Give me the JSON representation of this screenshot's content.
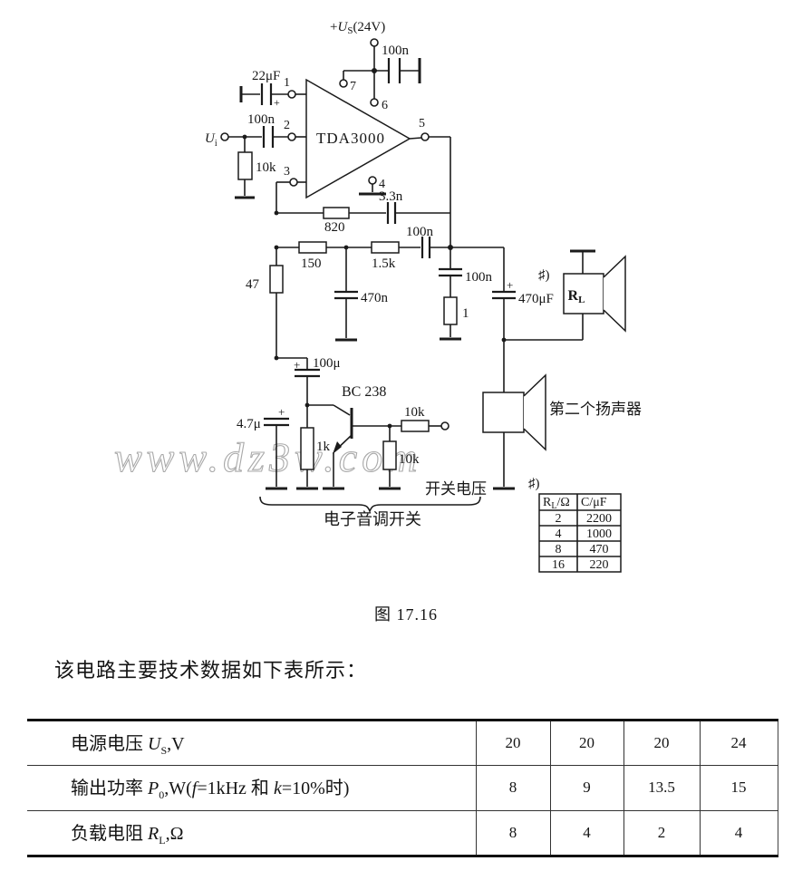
{
  "watermark": "www.dz3w.com",
  "caption": "图  17.16",
  "intro": "该电路主要技术数据如下表所示：",
  "circuit": {
    "supply": {
      "plus": "+",
      "sym": "U",
      "sub": "S",
      "post": "(24V)"
    },
    "ic": "TDA3000",
    "transistor": "BC 238",
    "plus": "+",
    "input": {
      "sym": "U",
      "sub": "i"
    },
    "pins": {
      "p1": "1",
      "p2": "2",
      "p3": "3",
      "p4": "4",
      "p5": "5",
      "p6": "6",
      "p7": "7"
    },
    "caps": {
      "c22u": "22μF",
      "c100n_in": "100n",
      "c100n_sup": "100n",
      "c3n3": "3.3n",
      "c100n_mid": "100n",
      "c470n": "470n",
      "c100n_zobel": "100n",
      "c470u": "470μF",
      "c100u": "100μ",
      "c4u7": "4.7μ"
    },
    "res": {
      "r10k_in": "10k",
      "r820": "820",
      "r150": "150",
      "r1k5": "1.5k",
      "r47": "47",
      "r1": "1",
      "r1k": "1k",
      "r10k_series": "10k",
      "r10k_shunt": "10k"
    },
    "rl": {
      "sym": "R",
      "sub": "L"
    },
    "second_speaker": "第二个扬声器",
    "switch_voltage": "开关电压",
    "tone_switch": "电子音调开关",
    "note_marker": "♯)"
  },
  "note_table": {
    "header1": {
      "sym": "R",
      "sub": "L",
      "post": "/Ω"
    },
    "header2": "C/μF",
    "rows": [
      [
        "2",
        "2200"
      ],
      [
        "4",
        "1000"
      ],
      [
        "8",
        "470"
      ],
      [
        "16",
        "220"
      ]
    ]
  },
  "main_table": {
    "rows": [
      {
        "label_pre": "电源电压 ",
        "label_sym": "U",
        "label_sub": "S",
        "label_post": ",V",
        "values": [
          "20",
          "20",
          "20",
          "24"
        ]
      },
      {
        "label_pre": "输出功率 ",
        "label_sym": "P",
        "label_sub": "0",
        "label_post": ",W(",
        "it1": "f",
        "post2": "=1kHz 和 ",
        "it2": "k",
        "post3": "=10%时)",
        "values": [
          "8",
          "9",
          "13.5",
          "15"
        ]
      },
      {
        "label_pre": "负载电阻 ",
        "label_sym": "R",
        "label_sub": "L",
        "label_post": ",Ω",
        "values": [
          "8",
          "4",
          "2",
          "4"
        ]
      }
    ]
  }
}
